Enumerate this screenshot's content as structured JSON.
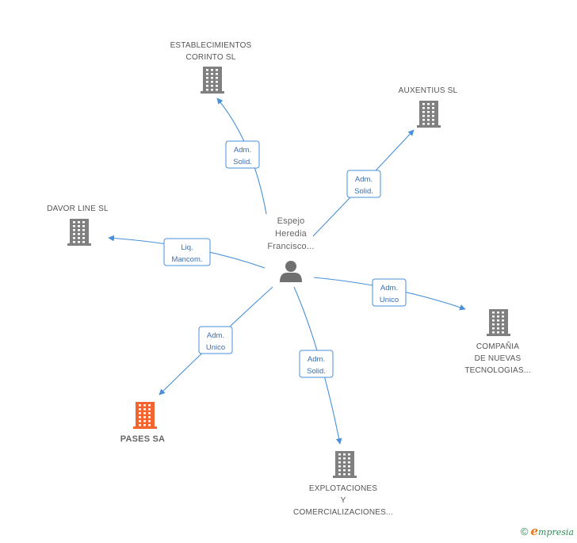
{
  "colors": {
    "edge": "#4a90d9",
    "building": "#808080",
    "building_highlight": "#f26430",
    "person": "#707070",
    "label_border": "#4a90d9",
    "label_text": "#3b6fb0"
  },
  "center": {
    "lines": [
      "Espejo",
      "Heredia",
      "Francisco..."
    ],
    "icon": "person-icon"
  },
  "nodes": [
    {
      "id": "establecimientos",
      "lines": [
        "ESTABLECIMIENTOS",
        "CORINTO SL"
      ],
      "icon": "building-icon",
      "highlight": false
    },
    {
      "id": "auxentius",
      "lines": [
        "AUXENTIUS SL"
      ],
      "icon": "building-icon",
      "highlight": false
    },
    {
      "id": "davor",
      "lines": [
        "DAVOR LINE SL"
      ],
      "icon": "building-icon",
      "highlight": false
    },
    {
      "id": "compania",
      "lines": [
        "COMPAÑIA",
        "DE NUEVAS",
        "TECNOLOGIAS..."
      ],
      "icon": "building-icon",
      "highlight": false
    },
    {
      "id": "pases",
      "lines": [
        "PASES SA"
      ],
      "icon": "building-icon",
      "highlight": true
    },
    {
      "id": "explotaciones",
      "lines": [
        "EXPLOTACIONES",
        "Y",
        "COMERCIALIZACIONES..."
      ],
      "icon": "building-icon",
      "highlight": false
    }
  ],
  "edges": [
    {
      "to": "establecimientos",
      "label": [
        "Adm.",
        "Solid."
      ]
    },
    {
      "to": "auxentius",
      "label": [
        "Adm.",
        "Solid."
      ]
    },
    {
      "to": "davor",
      "label": [
        "Liq.",
        "Mancom."
      ]
    },
    {
      "to": "compania",
      "label": [
        "Adm.",
        "Unico"
      ]
    },
    {
      "to": "pases",
      "label": [
        "Adm.",
        "Unico"
      ]
    },
    {
      "to": "explotaciones",
      "label": [
        "Adm.",
        "Solid."
      ]
    }
  ],
  "footer": {
    "copyright": "©",
    "brand_initial": "e",
    "brand_rest": "mpresia"
  }
}
